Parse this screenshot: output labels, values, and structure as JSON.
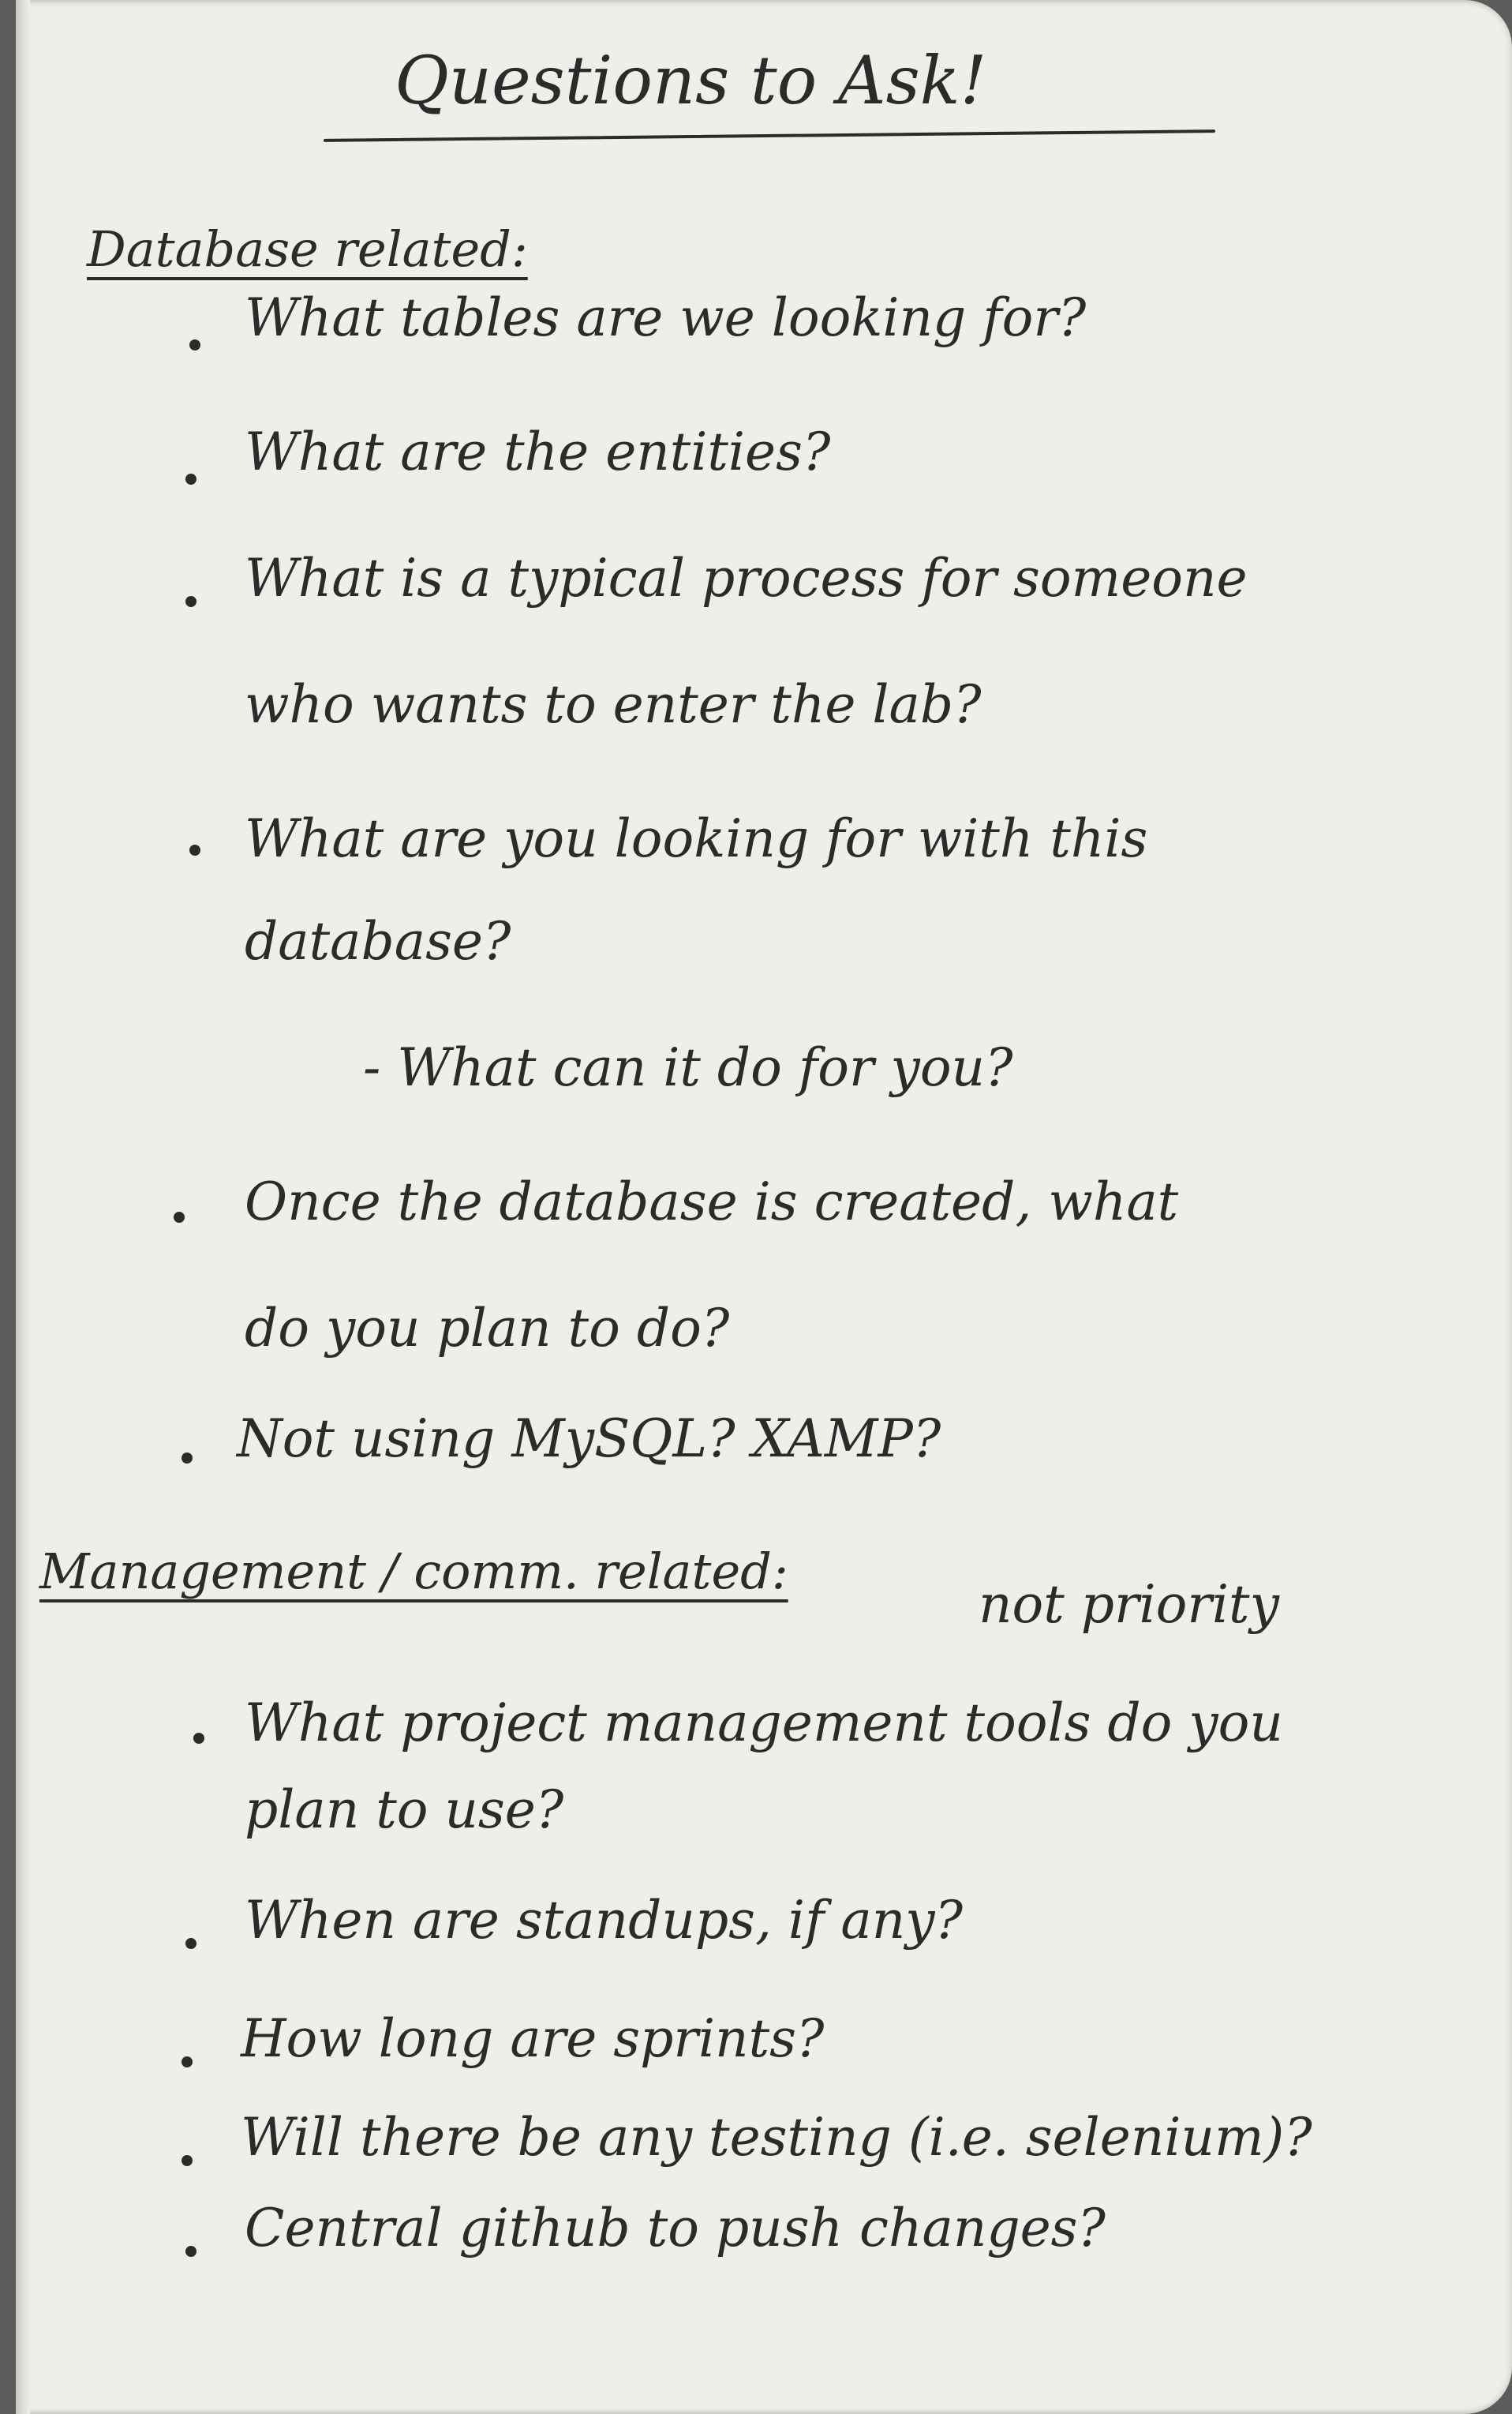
{
  "title": "Questions to Ask!",
  "sections": [
    {
      "heading": "Database related:",
      "note": "",
      "items": [
        {
          "lines": [
            "What tables are we looking for?"
          ]
        },
        {
          "lines": [
            "What are the entities?"
          ]
        },
        {
          "lines": [
            "What is a typical process for someone",
            "who wants to enter the lab?"
          ]
        },
        {
          "lines": [
            "What are you looking for with this",
            "database?"
          ],
          "sub": "- What can it do for you?"
        },
        {
          "lines": [
            "Once the database is created, what",
            "do you plan to do?"
          ]
        },
        {
          "lines": [
            "Not using MySQL? XAMP?"
          ]
        }
      ]
    },
    {
      "heading": "Management / comm. related:",
      "note": "not priority",
      "items": [
        {
          "lines": [
            "What project management tools do you",
            "plan to use?"
          ]
        },
        {
          "lines": [
            "When are standups, if any?"
          ]
        },
        {
          "lines": [
            "How long are sprints?"
          ]
        },
        {
          "lines": [
            "Will there be any testing (i.e. selenium)?"
          ]
        },
        {
          "lines": [
            "Central github to push changes?"
          ]
        }
      ]
    }
  ]
}
